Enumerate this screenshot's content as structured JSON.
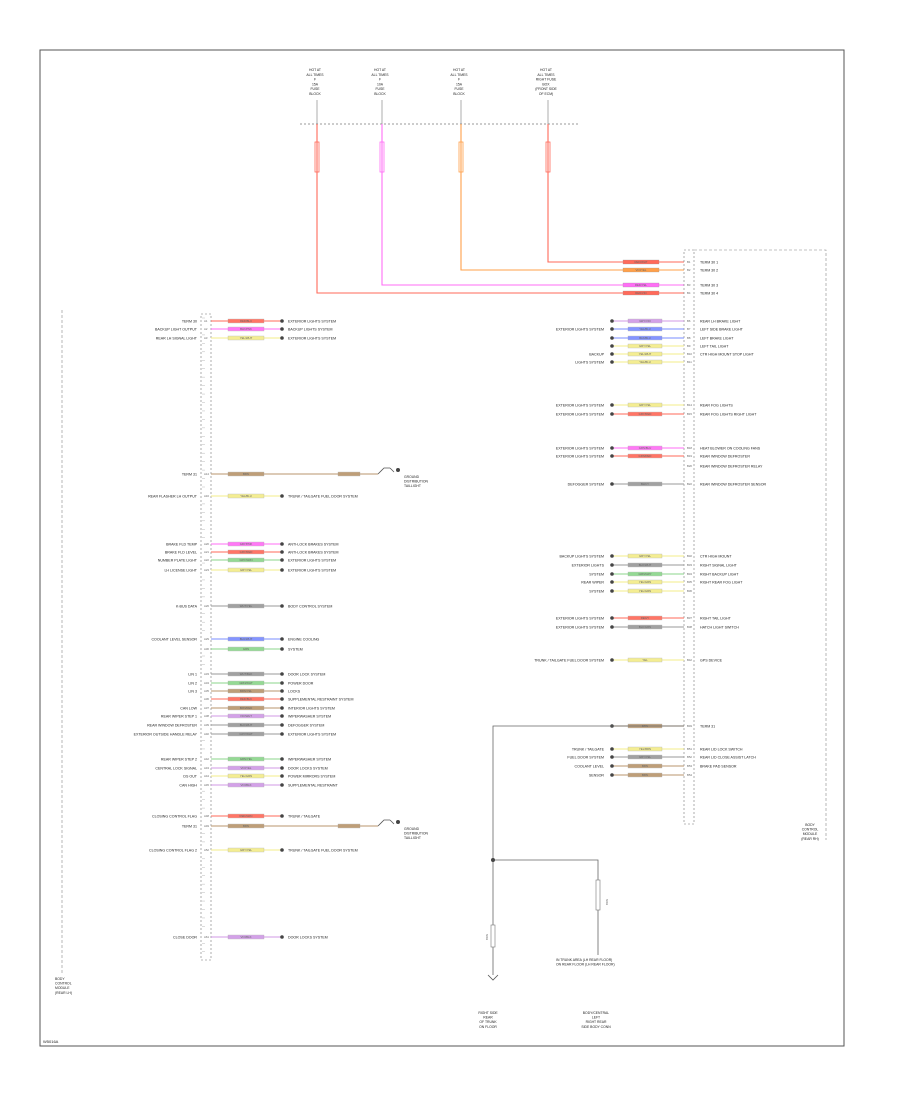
{
  "page": {
    "code": "W5016A",
    "colors": {
      "red_orange": "#ff6a5a",
      "magenta": "#ff6ef5",
      "orange": "#ffa04a",
      "violet": "#d09ae6",
      "blue": "#7a8cff",
      "yellow": "#f3ec8a",
      "green": "#8bd68b",
      "brown": "#b9966e",
      "gray": "#9a9a9a",
      "line": "#666666",
      "frame": "#555555"
    }
  },
  "fuses": [
    {
      "id": "f1",
      "lines": [
        "HOT AT",
        "ALL TIMES",
        "F",
        "15A",
        "FUSE",
        "BLOCK"
      ],
      "wire_color": "red_orange"
    },
    {
      "id": "f2",
      "lines": [
        "HOT AT",
        "ALL TIMES",
        "F",
        "10A",
        "FUSE",
        "BLOCK"
      ],
      "wire_color": "magenta"
    },
    {
      "id": "f3",
      "lines": [
        "HOT AT",
        "ALL TIMES",
        "F",
        "15A",
        "FUSE",
        "BLOCK"
      ],
      "wire_color": "orange"
    },
    {
      "id": "f4",
      "lines": [
        "HOT AT",
        "ALL TIMES",
        "RIGHT FUSE",
        "BOX",
        "(FRONT SIDE",
        "OF ECM)"
      ],
      "wire_color": "red_orange"
    }
  ],
  "left_module": {
    "label": [
      "BODY",
      "CONTROL",
      "MODULE",
      "(REAR LH)"
    ],
    "rows": [
      {
        "pin": "A1",
        "left": "TERM 30",
        "wire": "RED/BLU",
        "right": "EXTERIOR LIGHTS SYSTEM",
        "color": "red_orange"
      },
      {
        "pin": "A2",
        "left": "BACKUP LIGHT OUTPUT",
        "wire": "BLK/PNK",
        "right": "BACKUP LIGHTS SYSTEM",
        "color": "magenta"
      },
      {
        "pin": "A3",
        "left": "REAR LH SIGNAL LIGHT",
        "wire": "YEL/WHT",
        "right": "EXTERIOR LIGHTS SYSTEM",
        "color": "yellow"
      },
      {
        "pin": "A14",
        "left": "TERM 31",
        "wire": "BRN",
        "right": "",
        "color": "brown"
      },
      {
        "pin": "A16",
        "left": "REAR FLASHER LH OUTPUT",
        "wire": "YEL/BLU",
        "right": "TRUNK / TAILGATE FUEL DOOR SYSTEM",
        "color": "yellow"
      },
      {
        "pin": "A20",
        "left": "BRAKE FLD TEMP",
        "wire": "GRY/PNK",
        "right": "ANTI-LOCK BRAKES SYSTEM",
        "color": "magenta"
      },
      {
        "pin": "A21",
        "left": "BRAKE FLD LEVEL",
        "wire": "GRY/RED",
        "right": "ANTI-LOCK BRAKES SYSTEM",
        "color": "red_orange"
      },
      {
        "pin": "A22",
        "left": "NUMBER PLATE LIGHT",
        "wire": "GRY/GRN",
        "right": "EXTERIOR LIGHTS SYSTEM",
        "color": "green"
      },
      {
        "pin": "A23",
        "left": "LH LICENSE LIGHT",
        "wire": "GRY/YEL",
        "right": "EXTERIOR LIGHTS SYSTEM",
        "color": "yellow"
      },
      {
        "pin": "A26",
        "left": "K-BUS DATA",
        "wire": "WHT/YEL",
        "right": "BODY CONTROL SYSTEM",
        "color": "gray"
      },
      {
        "pin": "A29",
        "left": "COOLANT LEVEL SENSOR",
        "wire": "BLU/WHT",
        "right": "ENGINE COOLING",
        "color": "blue"
      },
      {
        "pin": "A30",
        "left": "",
        "wire": "GRN",
        "right": "SYSTEM",
        "color": "green"
      },
      {
        "pin": "A33",
        "left": "LIN 1",
        "wire": "WHT/BLK",
        "right": "DOOR LOCK SYSTEM",
        "color": "gray"
      },
      {
        "pin": "A34",
        "left": "LIN 2",
        "wire": "GRN/WHT",
        "right": "POWER DOOR",
        "color": "green"
      },
      {
        "pin": "A35",
        "left": "LIN 3",
        "wire": "BRN/YEL",
        "right": "LOCKS",
        "color": "brown"
      },
      {
        "pin": "A36",
        "left": "",
        "wire": "RED/BLK",
        "right": "SUPPLEMENTAL RESTRAINT SYSTEM",
        "color": "red_orange"
      },
      {
        "pin": "A37",
        "left": "CAN LOW",
        "wire": "BRN/RED",
        "right": "INTERIOR LIGHTS SYSTEM",
        "color": "brown"
      },
      {
        "pin": "A38",
        "left": "REAR WIPER STEP 1",
        "wire": "VIO/WHT",
        "right": "WIPERWASHER SYSTEM",
        "color": "violet"
      },
      {
        "pin": "A39",
        "left": "REAR WINDOW DEFROSTER",
        "wire": "BLK/WHT",
        "right": "DEFOGGER SYSTEM",
        "color": "gray"
      },
      {
        "pin": "A40",
        "left": "EXTERIOR OUTSIDE HANDLE RELAY",
        "wire": "GRY/WHT",
        "right": "EXTERIOR LIGHTS SYSTEM",
        "color": "gray"
      },
      {
        "pin": "A42",
        "left": "REAR WIPER STEP 2",
        "wire": "GRN/YEL",
        "right": "WIPERWASHER SYSTEM",
        "color": "green"
      },
      {
        "pin": "A43",
        "left": "CENTRAL LOCK SIGNAL",
        "wire": "VIO/YEL",
        "right": "DOOR LOCKS SYSTEM",
        "color": "violet"
      },
      {
        "pin": "A44",
        "left": "DS OUT",
        "wire": "YEL/GRN",
        "right": "POWER MIRRORS SYSTEM",
        "color": "yellow"
      },
      {
        "pin": "A45",
        "left": "CAN HIGH",
        "wire": "VIO/BLK",
        "right": "SUPPLEMENTAL RESTRAINT",
        "color": "violet"
      },
      {
        "pin": "A48",
        "left": "CLOSING CONTROL FLAG",
        "wire": "RED/GRN",
        "right": "TRUNK / TAILGATE",
        "color": "red_orange"
      },
      {
        "pin": "A49",
        "left": "TERM 31",
        "wire": "BRN",
        "right": "",
        "color": "brown"
      },
      {
        "pin": "A52",
        "left": "CLOSING CONTROL FLAG 2",
        "wire": "GRY/YEL",
        "right": "TRUNK / TAILGATE FUEL DOOR SYSTEM",
        "color": "yellow"
      },
      {
        "pin": "A61",
        "left": "CLOSE DOOR",
        "wire": "VIO/BLK",
        "right": "DOOR LOCKS SYSTEM",
        "color": "violet"
      }
    ],
    "grounds": [
      {
        "id": "g1",
        "row": 3,
        "label": [
          "GROUND",
          "DISTRIBUTION",
          "TAILLIGHT"
        ]
      },
      {
        "id": "g2",
        "row": 25,
        "label": [
          "GROUND",
          "DISTRIBUTION",
          "TAILLIGHT"
        ]
      }
    ]
  },
  "right_module": {
    "label": [
      "BODY",
      "CONTROL",
      "MODULE",
      "(REAR RH)"
    ],
    "power_rows": [
      {
        "pin": "B1",
        "wire": "RED/WHT",
        "right": "TERM 30 1",
        "color": "red_orange"
      },
      {
        "pin": "B2",
        "wire": "VIO/YEL",
        "right": "TERM 30 2",
        "color": "orange"
      },
      {
        "pin": "B3",
        "wire": "RED/YEL",
        "right": "TERM 30 3",
        "color": "magenta"
      },
      {
        "pin": "B4",
        "wire": "RED/VIO",
        "right": "TERM 30 4",
        "color": "red_orange"
      }
    ],
    "rows": [
      {
        "pin": "B6",
        "left": "",
        "wire": "GRY/VIO",
        "right": "REAR LH BRAKE LIGHT",
        "color": "violet"
      },
      {
        "pin": "B7",
        "left": "EXTERIOR LIGHTS SYSTEM",
        "wire": "YEL/BLU",
        "right": "LEFT SIDE BRAKE LIGHT",
        "color": "blue"
      },
      {
        "pin": "B8",
        "left": "",
        "wire": "BLK/BLU",
        "right": "LEFT BRAKE LIGHT",
        "color": "blue"
      },
      {
        "pin": "B9",
        "left": "",
        "wire": "GRY/YEL",
        "right": "LEFT TAIL LIGHT",
        "color": "yellow"
      },
      {
        "pin": "B10",
        "left": "BACKUP",
        "wire": "YEL/WHT",
        "right": "CTR HIGH MOUNT STOP LIGHT",
        "color": "yellow"
      },
      {
        "pin": "B11",
        "left": "LIGHTS SYSTEM",
        "wire": "YEL/BLU",
        "right": "",
        "color": "yellow"
      },
      {
        "pin": "B14",
        "left": "EXTERIOR LIGHTS SYSTEM",
        "wire": "GRY/YEL",
        "right": "REAR FOG LIGHTS",
        "color": "yellow"
      },
      {
        "pin": "B15",
        "left": "EXTERIOR LIGHTS SYSTEM",
        "wire": "GRY/RED",
        "right": "REAR FOG LIGHTS RIGHT LIGHT",
        "color": "red_orange"
      },
      {
        "pin": "B18",
        "left": "EXTERIOR LIGHTS SYSTEM",
        "wire": "GRN/BLU",
        "right": "HEAT BLOWER ON COOLING FANS",
        "color": "magenta"
      },
      {
        "pin": "B19",
        "left": "EXTERIOR LIGHTS SYSTEM",
        "wire": "GRN/RED",
        "right": "REAR WINDOW DEFROSTER",
        "color": "red_orange"
      },
      {
        "pin": "B20",
        "left": "",
        "wire": "",
        "right": "REAR WINDOW DEFROSTER RELAY",
        "color": ""
      },
      {
        "pin": "B22",
        "left": "DEFOGGER SYSTEM",
        "wire": "BLK/Y",
        "right": "REAR WINDOW DEFROSTER SENSOR",
        "color": "gray"
      },
      {
        "pin": "B32",
        "left": "BACKUP LIGHTS SYSTEM",
        "wire": "GRY/YEL",
        "right": "CTR HIGH MOUNT",
        "color": "yellow"
      },
      {
        "pin": "B33",
        "left": "EXTERIOR LIGHTS",
        "wire": "BLK/WHT",
        "right": "RIGHT SIGNAL LIGHT",
        "color": "gray"
      },
      {
        "pin": "B34",
        "left": "SYSTEM",
        "wire": "GRN/GRY",
        "right": "RIGHT BACKUP LIGHT",
        "color": "green"
      },
      {
        "pin": "B35",
        "left": "REAR WIPER",
        "wire": "YEL/GRN",
        "right": "RIGHT REAR FOG LIGHT",
        "color": "yellow"
      },
      {
        "pin": "B36",
        "left": "SYSTEM",
        "wire": "YEL/GRN",
        "right": "",
        "color": "yellow"
      },
      {
        "pin": "B37",
        "left": "EXTERIOR LIGHTS SYSTEM",
        "wire": "RED/Y",
        "right": "RIGHT TAIL LIGHT",
        "color": "red_orange"
      },
      {
        "pin": "B38",
        "left": "EXTERIOR LIGHTS SYSTEM",
        "wire": "BLK/GRN",
        "right": "HATCH LIGHT SWITCH",
        "color": "gray"
      },
      {
        "pin": "B42",
        "left": "TRUNK / TAILGATE FUEL DOOR SYSTEM",
        "wire": "YEL",
        "right": "GPS DEVICE",
        "color": "yellow"
      },
      {
        "pin": "B49",
        "left": "",
        "wire": "BRN",
        "right": "TERM 31",
        "color": "brown"
      },
      {
        "pin": "B51",
        "left": "TRUNK / TAILGATE",
        "wire": "YEL/BRN",
        "right": "REAR LID LOCK SWITCH",
        "color": "yellow"
      },
      {
        "pin": "B52",
        "left": "FUEL DOOR SYSTEM",
        "wire": "GRY/YEL",
        "right": "REAR LID CLOSE ASSIST LATCH",
        "color": "gray"
      },
      {
        "pin": "B53",
        "left": "COOLANT LEVEL",
        "wire": "BRN",
        "right": "BRAKE PAD SENSOR",
        "color": "brown"
      },
      {
        "pin": "B54",
        "left": "SENSOR",
        "wire": "BRN",
        "right": "",
        "color": "brown"
      }
    ]
  },
  "bottom": {
    "ground_wire": "BRN",
    "splice_wire": "BRN",
    "splice_note": [
      "IN TRUNK AREA (LH REAR FLOOR)",
      "ON REAR FLOOR (LH REAR FLOOR)"
    ],
    "ground_labels": [
      {
        "id": "gb1",
        "lines": [
          "RIGHT SIDE",
          "REAR",
          "OF TRUNK",
          "ON FLOOR"
        ]
      },
      {
        "id": "gb2",
        "lines": [
          "BODY/CENTRAL",
          "LEFT",
          "RIGHT REAR",
          "SIDE BODY CONN"
        ]
      }
    ]
  }
}
